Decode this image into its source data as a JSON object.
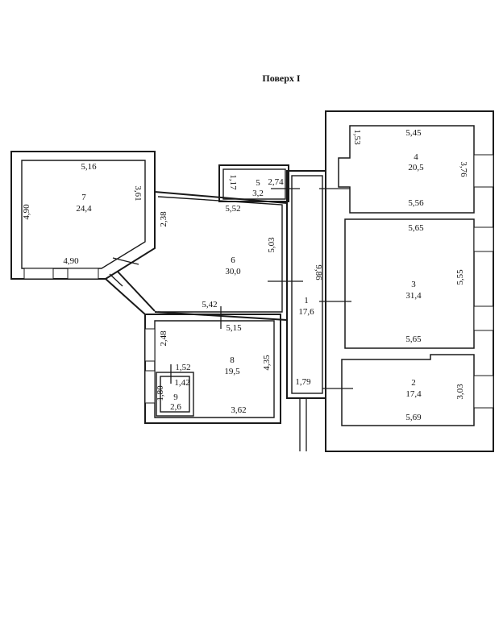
{
  "title": "Поверх І",
  "rooms": [
    {
      "number": "1",
      "area": "17,6"
    },
    {
      "number": "2",
      "area": "17,4"
    },
    {
      "number": "3",
      "area": "31,4"
    },
    {
      "number": "4",
      "area": "20,5"
    },
    {
      "number": "5",
      "area": "3,2"
    },
    {
      "number": "6",
      "area": "30,0"
    },
    {
      "number": "7",
      "area": "24,4"
    },
    {
      "number": "8",
      "area": "19,5"
    },
    {
      "number": "9",
      "area": "2,6"
    }
  ],
  "dimensions": {
    "r7_top": "5,16",
    "r7_left": "4,90",
    "r7_right": "3,61",
    "r7_bottom": "4,90",
    "r6_top": "5,52",
    "r6_left": "2,38",
    "r6_right": "5,03",
    "r6_bottom": "5,42",
    "r5_left": "1,17",
    "r5_top": "2,74",
    "corridor_length": "9,86",
    "corridor_width": "1,79",
    "r8_top": "5,15",
    "r8_left": "2,48",
    "r8_right": "4,35",
    "r8_bottom": "3,62",
    "r9_top": "1,52",
    "r9_inner": "1,42",
    "r9_left": "1,80",
    "r4_top": "5,45",
    "r4_left": "1,53",
    "r4_right": "3,76",
    "r4_bottom": "5,56",
    "r3_top": "5,65",
    "r3_right": "5,55",
    "r3_bottom": "5,65",
    "r2_right": "3,03",
    "r2_bottom": "5,69"
  }
}
